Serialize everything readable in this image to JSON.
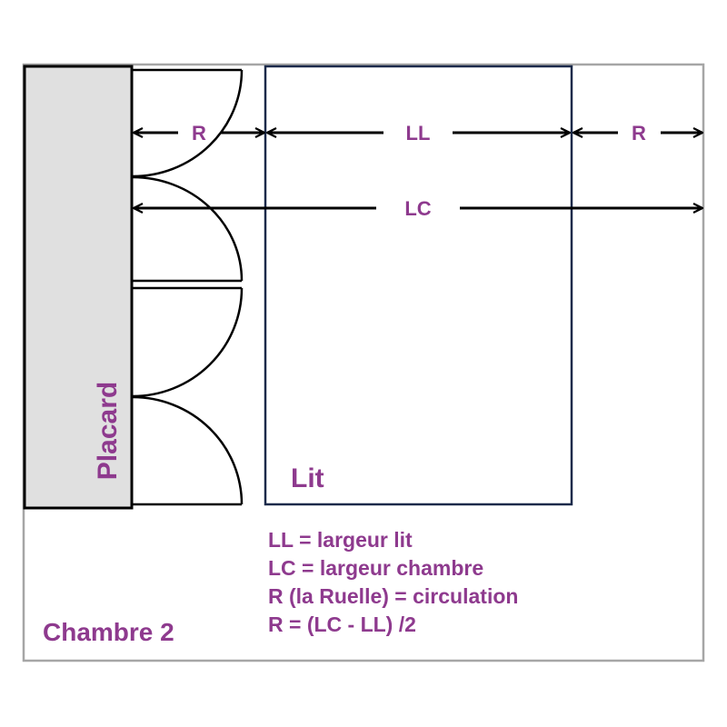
{
  "colors": {
    "accent": "#8e3a8e",
    "room_border": "#a6a6a6",
    "closet_fill": "#e0e0e0",
    "bed_border": "#1b2a4a",
    "line": "#000000"
  },
  "closet": {
    "label": "Placard"
  },
  "bed": {
    "label": "Lit"
  },
  "room": {
    "label": "Chambre 2"
  },
  "dimensions": {
    "r_left": "R",
    "ll": "LL",
    "r_right": "R",
    "lc": "LC"
  },
  "legend": {
    "line1": "LL = largeur lit",
    "line2": "LC = largeur chambre",
    "line3": "R (la Ruelle) = circulation",
    "line4": "R = (LC - LL) /2"
  }
}
